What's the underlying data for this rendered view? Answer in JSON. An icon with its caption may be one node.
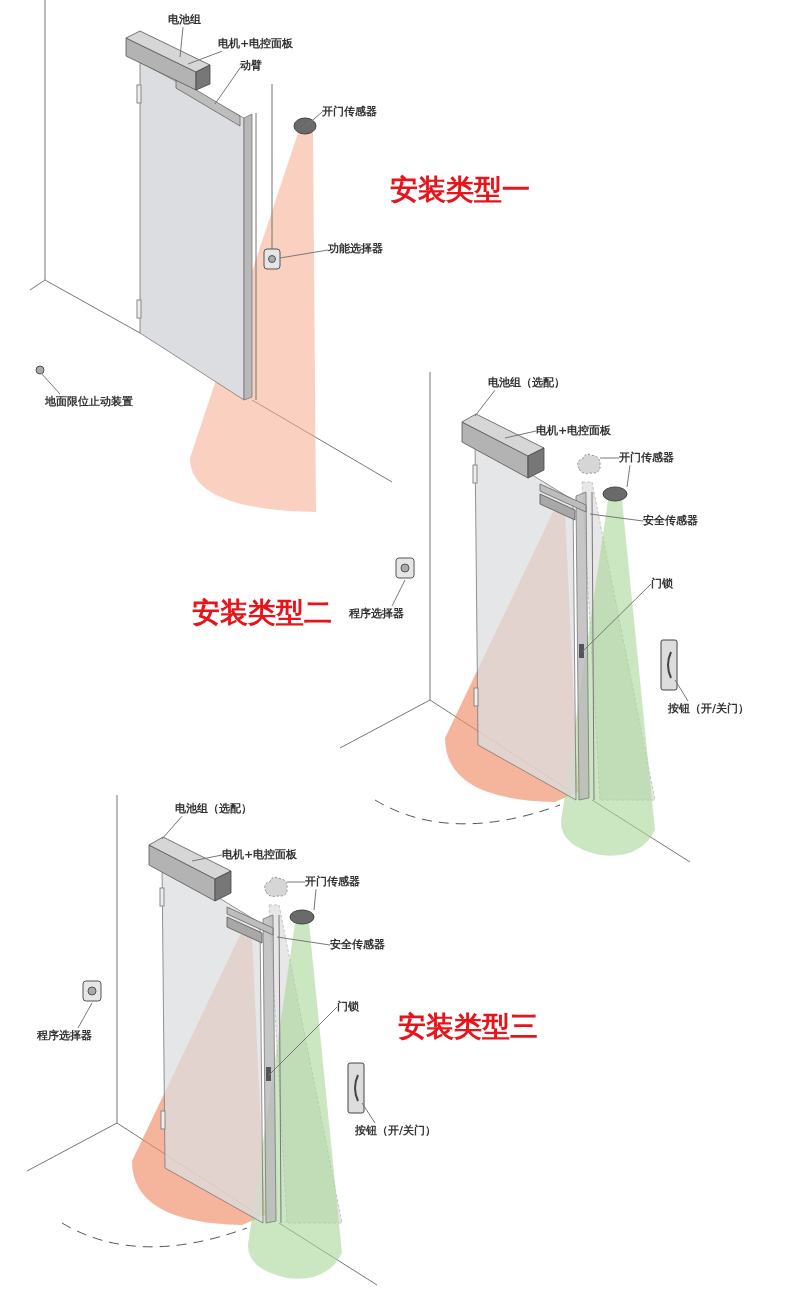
{
  "diagram": {
    "nodes": [
      {
        "text": [
          "电池组"
        ]
      },
      {
        "text": [
          "电机+电控面板"
        ]
      },
      {
        "text": [
          "动臂"
        ]
      },
      {
        "text": [
          "开门传感器"
        ]
      },
      {
        "text": [
          "功能选择器"
        ]
      },
      {
        "text": [
          "地面限位止动装置"
        ]
      },
      {
        "text": [
          "电池组（选配）"
        ]
      },
      {
        "text": [
          "电机+电控面板"
        ]
      },
      {
        "text": [
          "开门传感器"
        ]
      },
      {
        "text": [
          "安全传感器"
        ]
      },
      {
        "text": [
          "门锁"
        ]
      },
      {
        "text": [
          "程序选择器"
        ]
      },
      {
        "text": [
          "按钮（开/关门）"
        ]
      },
      {
        "text": [
          "电池组（选配）"
        ]
      },
      {
        "text": [
          "电机+电控面板"
        ]
      },
      {
        "text": [
          "开门传感器"
        ]
      },
      {
        "text": [
          "安全传感器"
        ]
      },
      {
        "text": [
          "门锁"
        ]
      },
      {
        "text": [
          "程序选择器"
        ]
      },
      {
        "text": [
          "按钮（开/关门）"
        ]
      },
      {
        "text": [],
        "shape": "cloud"
      },
      {
        "text": [],
        "shape": "circle"
      },
      {
        "text": [],
        "shape": "cloud"
      },
      {
        "text": [],
        "shape": "circle"
      }
    ],
    "edges": [
      {
        "from": 0,
        "to": null,
        "arrow": "none"
      },
      {
        "from": 1,
        "to": null,
        "arrow": "none"
      },
      {
        "from": 2,
        "to": null,
        "arrow": "none"
      },
      {
        "from": 3,
        "to": null,
        "arrow": "none"
      },
      {
        "from": 4,
        "to": null,
        "arrow": "none"
      },
      {
        "from": 5,
        "to": null,
        "arrow": "none"
      },
      {
        "from": 6,
        "to": null,
        "arrow": "none"
      },
      {
        "from": 7,
        "to": null,
        "arrow": "none"
      },
      {
        "from": 8,
        "to": 20,
        "arrow": "none"
      },
      {
        "from": 8,
        "to": 21,
        "arrow": "none"
      },
      {
        "from": 9,
        "to": null,
        "arrow": "none"
      },
      {
        "from": 10,
        "to": null,
        "arrow": "none"
      },
      {
        "from": 11,
        "to": null,
        "arrow": "none"
      },
      {
        "from": 12,
        "to": null,
        "arrow": "none"
      },
      {
        "from": 13,
        "to": null,
        "arrow": "none"
      },
      {
        "from": 14,
        "to": null,
        "arrow": "none"
      },
      {
        "from": 15,
        "to": 22,
        "arrow": "none"
      },
      {
        "from": 15,
        "to": 23,
        "arrow": "none"
      },
      {
        "from": 16,
        "to": null,
        "arrow": "none"
      },
      {
        "from": 17,
        "to": null,
        "arrow": "none"
      },
      {
        "from": 18,
        "to": null,
        "arrow": "none"
      },
      {
        "from": 19,
        "to": null,
        "arrow": "none"
      }
    ],
    "labels": [
      "安装类型一",
      "安装类型二",
      "安装类型三"
    ]
  }
}
